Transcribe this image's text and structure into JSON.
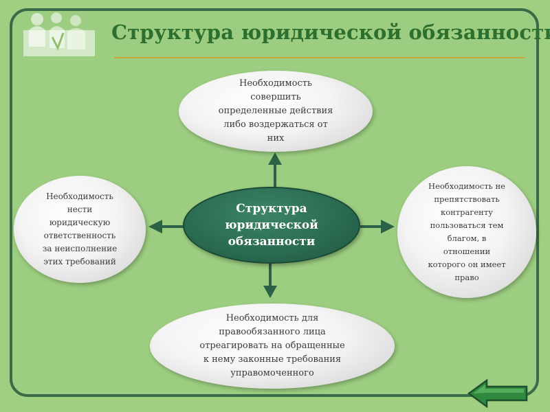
{
  "slide": {
    "title": "Структура юридической обязанности"
  },
  "diagram": {
    "center": "Структура\nюридической\nобязанности",
    "top": "Необходимость\nсовершить\nопределенные действия\nлибо воздержаться от\nних",
    "left": "Необходимость\nнести\nюридическую\nответственность\nза неисполнение\nэтих требований",
    "right": "Необходимость не\nпрепятствовать\nконтрагенту\nпользоваться тем\nблагом, в\nотношении\nкоторого он имеет\nправо",
    "bottom": "Необходимость для\nправообязанного лица\nотреагировать на обращенные\nк нему законные требования\nуправомоченного"
  },
  "colors": {
    "background": "#a0cf82",
    "frame": "#3b6a48",
    "title": "#2d6f2f",
    "center_fill": "#2a6c52",
    "arrow": "#2b6145",
    "back_button": "#3a9a4a"
  },
  "icons": {
    "logo": "people-silhouette-logo",
    "navigation": "back-arrow-icon"
  }
}
